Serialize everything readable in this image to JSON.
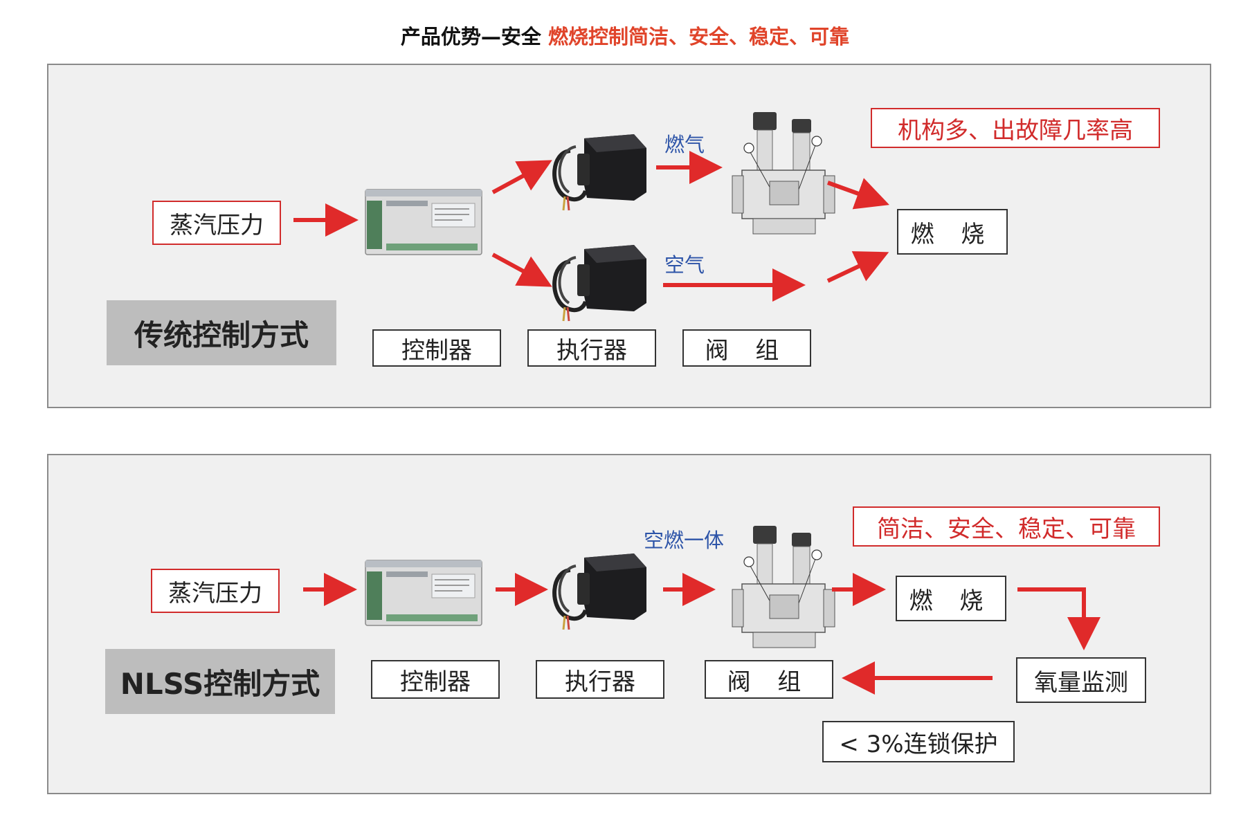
{
  "title": {
    "main": "产品优势—安全",
    "accent": "燃烧控制简洁、安全、稳定、可靠"
  },
  "traditional": {
    "method_label": "传统控制方式",
    "input": "蒸汽压力",
    "gas_label": "燃气",
    "air_label": "空气",
    "output": "燃 烧",
    "note": "机构多、出故障几率高",
    "controller": "控制器",
    "actuator": "执行器",
    "valve": "阀 组"
  },
  "nlss": {
    "method_label": "NLSS控制方式",
    "input": "蒸汽压力",
    "combined_label": "空燃一体",
    "output": "燃 烧",
    "note": "简洁、安全、稳定、可靠",
    "controller": "控制器",
    "actuator": "执行器",
    "valve": "阀 组",
    "oxygen": "氧量监测",
    "interlock": "< 3%连锁保护"
  },
  "colors": {
    "accent": "#e0442a",
    "arrow": "#e02a2a",
    "blue": "#2d54a8",
    "panel": "#f0f0f0",
    "method_bg": "#bdbdbd"
  },
  "icons": [
    "controller-device-icon",
    "actuator-device-icon",
    "valve-group-device-icon"
  ]
}
